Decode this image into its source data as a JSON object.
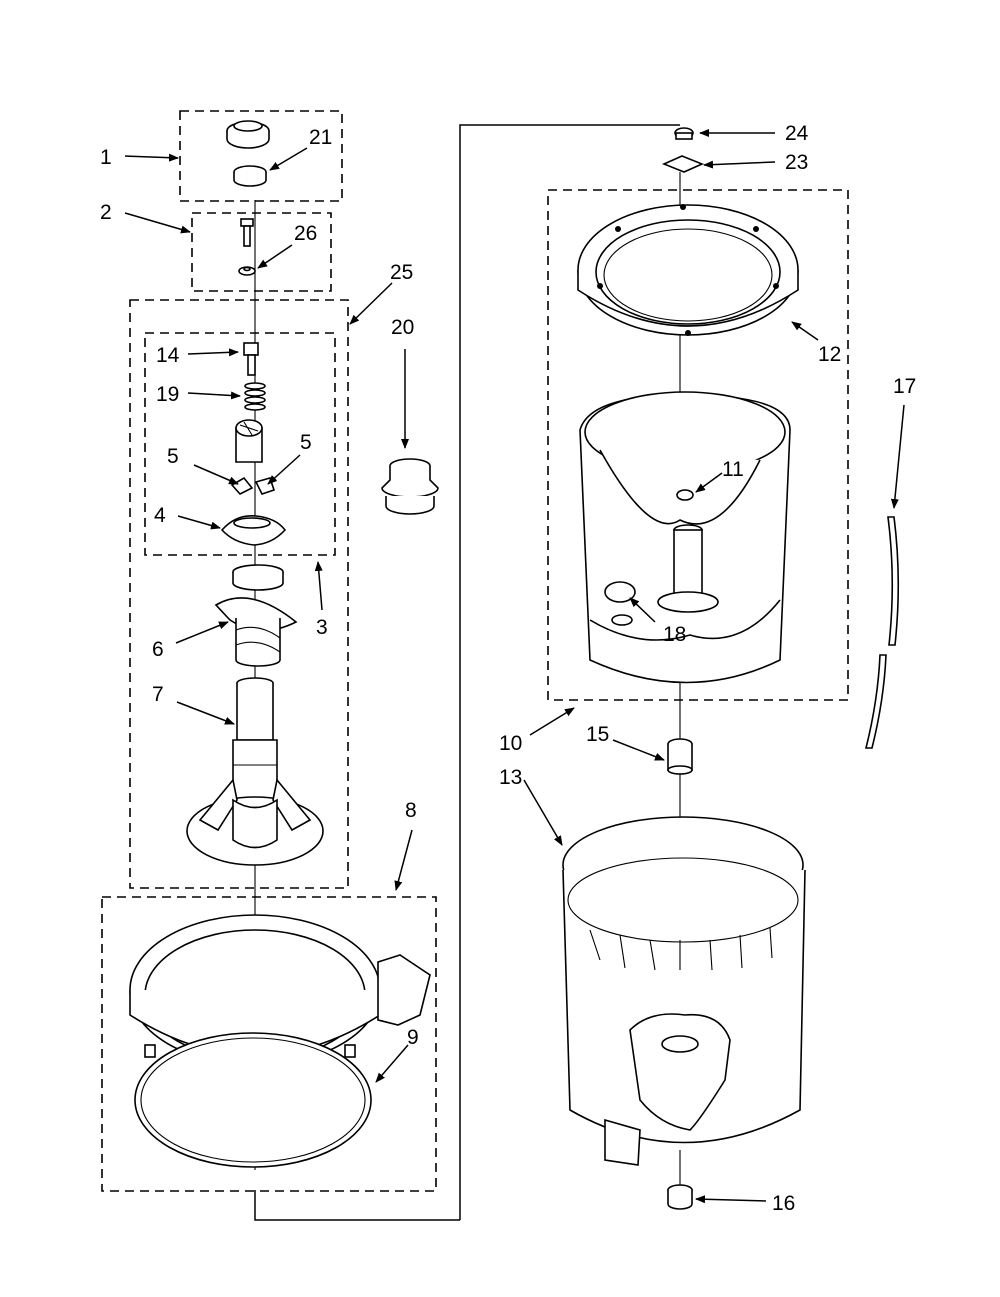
{
  "callouts": {
    "c1": "1",
    "c2": "2",
    "c3": "3",
    "c4": "4",
    "c5a": "5",
    "c5b": "5",
    "c6": "6",
    "c7": "7",
    "c8": "8",
    "c9": "9",
    "c10": "10",
    "c11": "11",
    "c12": "12",
    "c13": "13",
    "c14": "14",
    "c15": "15",
    "c16": "16",
    "c17": "17",
    "c18": "18",
    "c19": "19",
    "c20": "20",
    "c21": "21",
    "c23": "23",
    "c24": "24",
    "c25": "25",
    "c26": "26"
  }
}
